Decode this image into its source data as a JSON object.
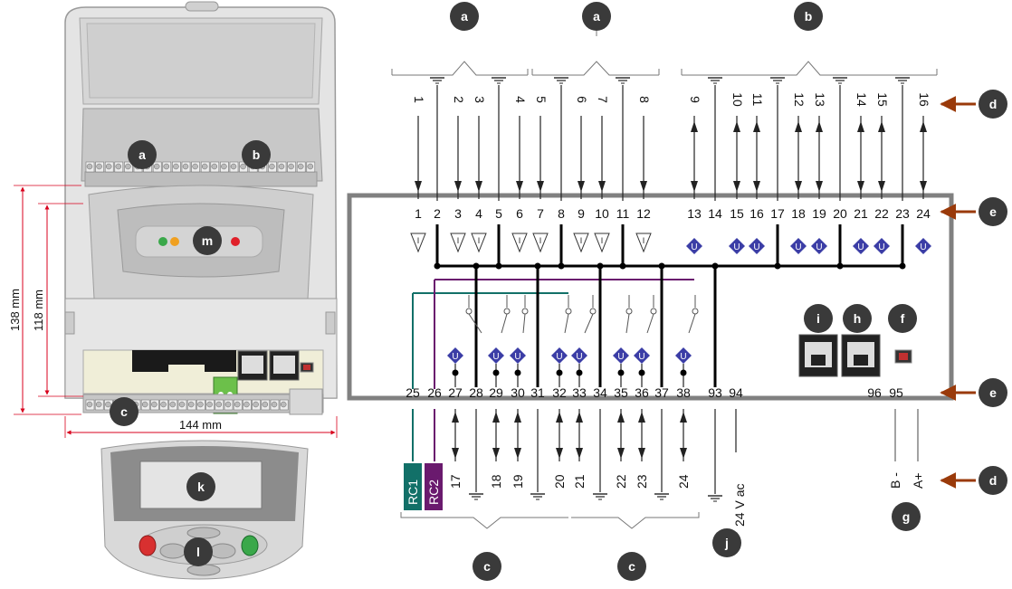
{
  "dimensions": {
    "height_outer": "138 mm",
    "height_inner": "118 mm",
    "width": "144 mm"
  },
  "device_badges": {
    "a": "a",
    "b": "b",
    "c": "c",
    "m": "m",
    "k": "k",
    "l": "l"
  },
  "top_badges": [
    "a",
    "a",
    "b"
  ],
  "bottom_badges": [
    "c",
    "c",
    "j"
  ],
  "side_badges": {
    "d_top": "d",
    "e_top": "e",
    "e_bottom": "e",
    "d_bottom": "d"
  },
  "port_badges": {
    "i": "i",
    "h": "h",
    "f": "f",
    "g": "g"
  },
  "top_channel_labels": [
    "1",
    "2",
    "3",
    "4",
    "5",
    "6",
    "7",
    "8",
    "9",
    "10",
    "11",
    "12",
    "13",
    "14",
    "15",
    "16"
  ],
  "top_terminals": [
    "1",
    "2",
    "3",
    "4",
    "5",
    "6",
    "7",
    "8",
    "9",
    "10",
    "11",
    "12",
    "13",
    "14",
    "15",
    "16",
    "17",
    "18",
    "19",
    "20",
    "21",
    "22",
    "23",
    "24"
  ],
  "bottom_terminals": [
    "25",
    "26",
    "27",
    "28",
    "29",
    "30",
    "31",
    "32",
    "33",
    "34",
    "35",
    "36",
    "37",
    "38",
    "93",
    "94",
    "96",
    "95"
  ],
  "bottom_channel_labels": [
    "17",
    "18",
    "19",
    "20",
    "21",
    "22",
    "23",
    "24"
  ],
  "rc_labels": [
    "RC1",
    "RC2"
  ],
  "supply_label": "24 V ac",
  "bus_labels": [
    "B -",
    "A+"
  ],
  "input_symbol": "I",
  "output_symbol": "U",
  "colors": {
    "badge": "#3a3a3a",
    "arrow": "#9a3a0a",
    "rc1": "#127068",
    "rc2": "#6a1a6e",
    "diamond": "#3b3da6",
    "frame": "#808080",
    "led_green": "#3aa84a",
    "led_orange": "#f0a020",
    "led_red": "#e0202a"
  }
}
